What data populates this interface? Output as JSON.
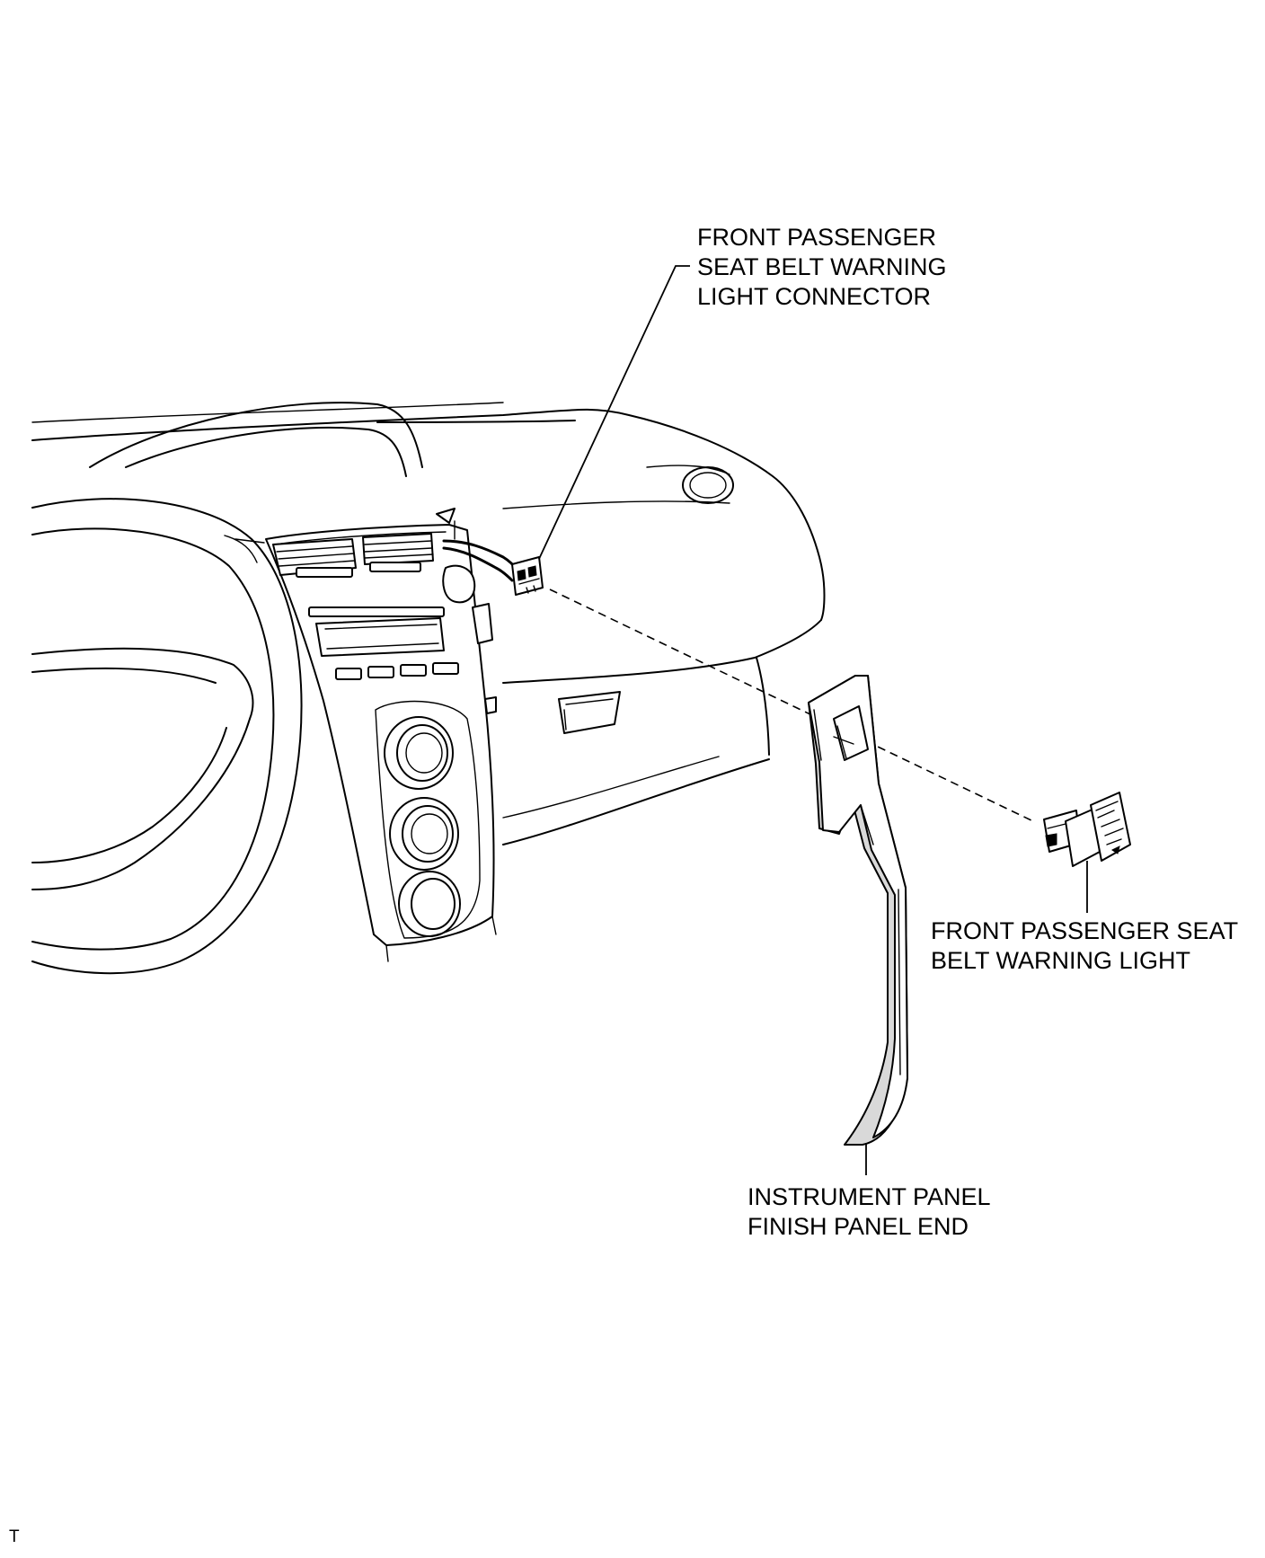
{
  "labels": {
    "connector": {
      "line1": "FRONT PASSENGER",
      "line2": "SEAT BELT WARNING",
      "line3": "LIGHT CONNECTOR"
    },
    "warning_light": {
      "line1": "FRONT PASSENGER SEAT",
      "line2": "BELT WARNING LIGHT"
    },
    "finish_panel": {
      "line1": "INSTRUMENT PANEL",
      "line2": "FINISH PANEL END"
    }
  },
  "code_mark": "T",
  "colors": {
    "line": "#000000",
    "background": "#ffffff",
    "shade": "#d9d9d9"
  }
}
